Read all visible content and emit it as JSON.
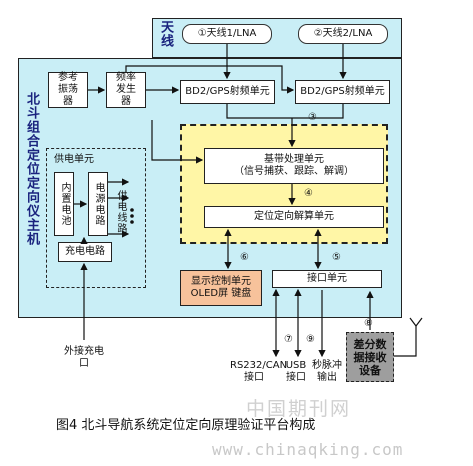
{
  "antenna": {
    "title": "天线",
    "a1": "①天线1/LNA",
    "a2": "②天线2/LNA"
  },
  "main_unit": {
    "title": "北斗组合定位定向仪主机"
  },
  "blocks": {
    "ref_osc": "参考振荡器",
    "freq_gen": "频率发生器",
    "rf1": "BD2/GPS射频单元",
    "rf2": "BD2/GPS射频单元",
    "baseband_line1": "基带处理单元",
    "baseband_line2": "（信号捕获、跟踪、解调）",
    "solver": "定位定向解算单元",
    "power_unit": "供电单元",
    "internal_battery": "内置电池",
    "power_circuit": "电源电路",
    "supply_lines": "供电线路",
    "charge_circuit": "充电电路",
    "display_line1": "显示控制单元",
    "display_line2": "OLED屏  键盘",
    "interface": "接口单元",
    "diff_device": "差分数据接收设备"
  },
  "markers": {
    "m3": "③",
    "m4": "④",
    "m5": "⑤",
    "m6": "⑥",
    "m7": "⑦",
    "m8": "⑧",
    "m9": "⑨"
  },
  "outputs": {
    "rs232": "RS232/CAN接口",
    "usb": "USB接口",
    "pps": "秒脉冲输出",
    "ext_charge": "外接充电口"
  },
  "caption": "图4  北斗导航系统定位定向原理验证平台构成",
  "watermark": {
    "cn": "中国期刊网",
    "url": "www.chinaqking.com"
  }
}
